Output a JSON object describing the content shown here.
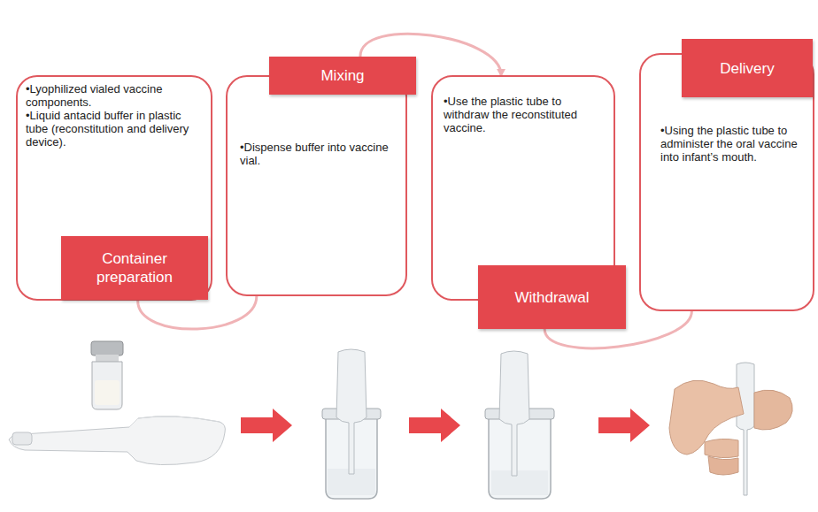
{
  "diagram": {
    "nodes": [
      {
        "text": [
          "•Lyophilized vialed vaccine components.",
          "•Liquid antacid buffer in plastic tube (reconstitution and delivery device).",
          "Container preparation"
        ]
      },
      {
        "text": [
          "Mixing",
          "•Dispense buffer into vaccine vial."
        ]
      },
      {
        "text": [
          "•Use the plastic tube to withdraw the reconstituted vaccine.",
          "Withdrawal"
        ]
      },
      {
        "text": [
          "Delivery",
          "•Using the plastic tube to administer the oral vaccine into infant’s mouth."
        ]
      }
    ],
    "edges": [
      {
        "from": 0,
        "to": 1,
        "arrow": "none"
      },
      {
        "from": 1,
        "to": 2,
        "arrow": "to"
      },
      {
        "from": 2,
        "to": 3,
        "arrow": "none"
      }
    ]
  }
}
